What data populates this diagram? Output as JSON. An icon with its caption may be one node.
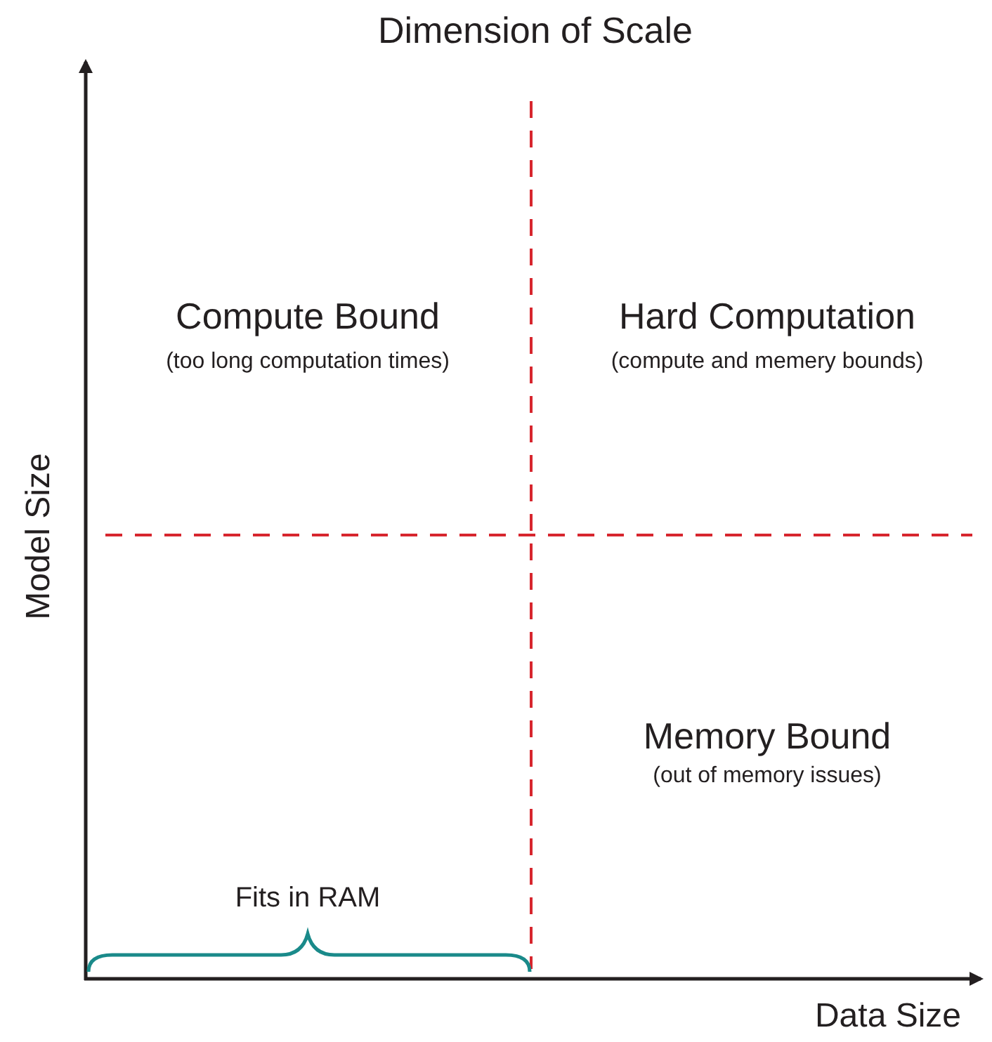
{
  "diagram": {
    "title": "Dimension of Scale",
    "labels": [
      "Compute Bound",
      "(too long computation times)",
      "Hard Computation",
      "(compute and memery bounds)",
      "Model Size",
      "Memory Bound",
      "(out of memory issues)",
      "Fits in RAM",
      "Data Size"
    ]
  }
}
